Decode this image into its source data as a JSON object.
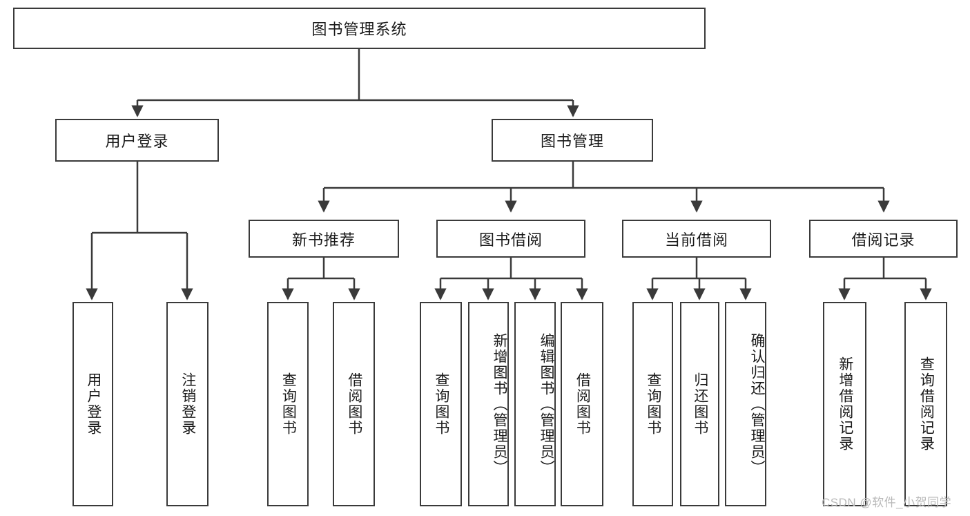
{
  "diagram": {
    "type": "tree-hierarchy-flowchart",
    "root": {
      "id": "root",
      "label": "图书管理系统"
    },
    "level1": [
      {
        "id": "user-login",
        "label": "用户登录"
      },
      {
        "id": "book-management",
        "label": "图书管理"
      }
    ],
    "level2": [
      {
        "id": "new-book-recommend",
        "label": "新书推荐",
        "parent": "book-management"
      },
      {
        "id": "book-borrow",
        "label": "图书借阅",
        "parent": "book-management"
      },
      {
        "id": "current-borrow",
        "label": "当前借阅",
        "parent": "book-management"
      },
      {
        "id": "borrow-record",
        "label": "借阅记录",
        "parent": "book-management"
      }
    ],
    "leaves": [
      {
        "id": "leaf-user-login",
        "label": "用户登录",
        "parent": "user-login"
      },
      {
        "id": "leaf-logout-login",
        "label": "注销登录",
        "parent": "user-login"
      },
      {
        "id": "leaf-query-book-1",
        "label": "查询图书",
        "parent": "new-book-recommend"
      },
      {
        "id": "leaf-borrow-book-1",
        "label": "借阅图书",
        "parent": "new-book-recommend"
      },
      {
        "id": "leaf-query-book-2",
        "label": "查询图书",
        "parent": "book-borrow"
      },
      {
        "id": "leaf-add-book",
        "label": "新增图书（管理员）",
        "parent": "book-borrow"
      },
      {
        "id": "leaf-edit-book",
        "label": "编辑图书（管理员）",
        "parent": "book-borrow"
      },
      {
        "id": "leaf-borrow-book-2",
        "label": "借阅图书",
        "parent": "book-borrow"
      },
      {
        "id": "leaf-query-book-3",
        "label": "查询图书",
        "parent": "current-borrow"
      },
      {
        "id": "leaf-return-book",
        "label": "归还图书",
        "parent": "current-borrow"
      },
      {
        "id": "leaf-confirm-return",
        "label": "确认归还（管理员）",
        "parent": "current-borrow"
      },
      {
        "id": "leaf-add-record",
        "label": "新增借阅记录",
        "parent": "borrow-record"
      },
      {
        "id": "leaf-query-record",
        "label": "查询借阅记录",
        "parent": "borrow-record"
      }
    ],
    "colors": {
      "stroke": "#3a3a3a",
      "fill": "#ffffff",
      "text": "#1a1a1a",
      "watermark": "#b9b9b9"
    }
  },
  "watermark": {
    "text": "CSDN @软件_小贺同学"
  }
}
